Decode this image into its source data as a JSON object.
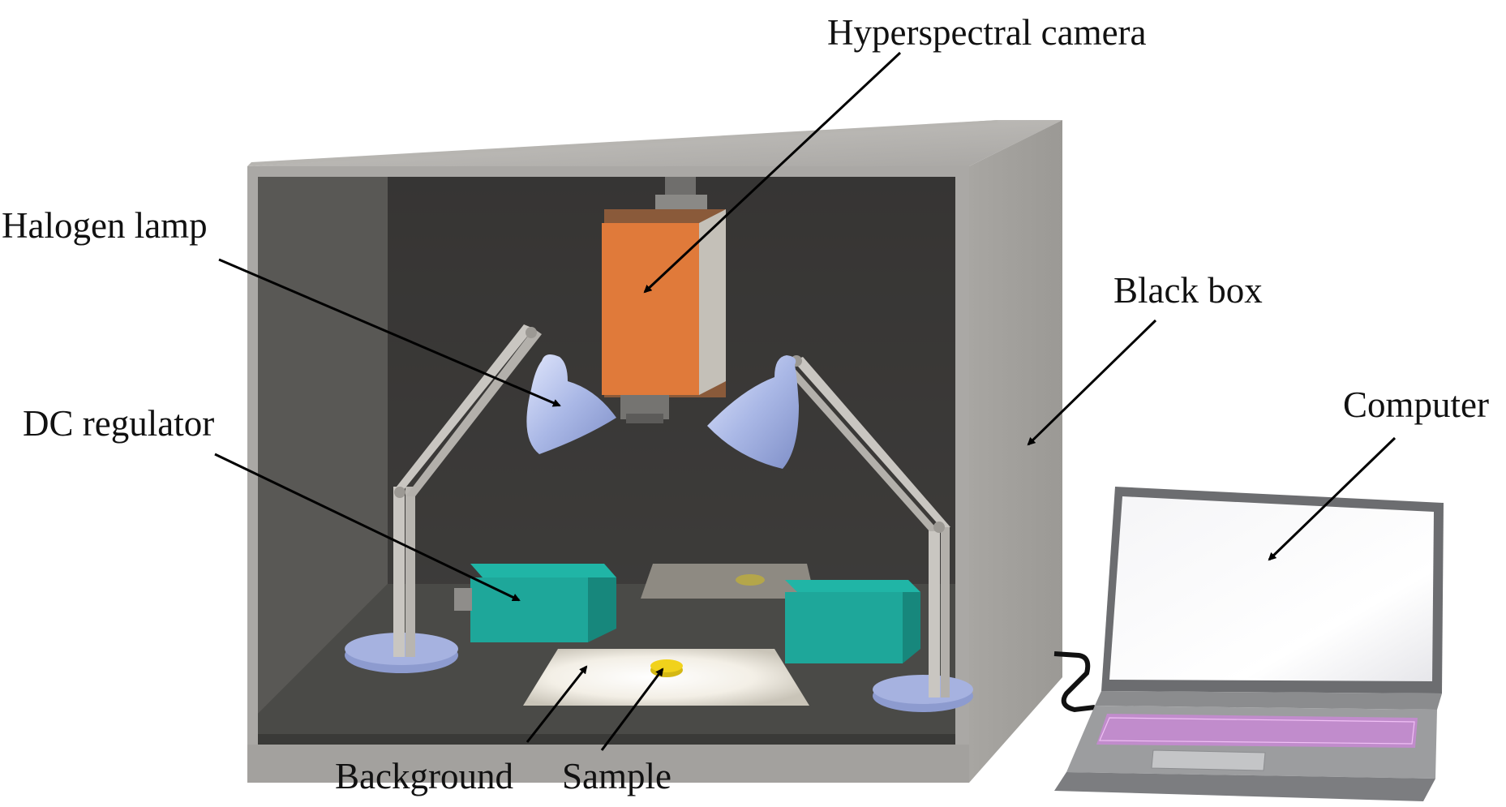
{
  "labels": {
    "hyperspectral_camera": "Hyperspectral camera",
    "halogen_lamp": "Halogen lamp",
    "black_box": "Black box",
    "computer": "Computer",
    "dc_regulator": "DC regulator",
    "background": "Background",
    "sample": "Sample"
  },
  "colors": {
    "box_frame": "#a9a7a4",
    "box_interior": "#3b3a38",
    "camera_body": "#e07a3a",
    "lamp_shade": "#aab8e6",
    "regulator": "#1ea79a",
    "sample": "#f1d21b",
    "laptop_keys": "#d27ad8"
  },
  "icons": {
    "camera": "hyperspectral-camera-icon",
    "lamps": "halogen-lamp-icon",
    "regulators": "dc-regulator-icon",
    "laptop": "laptop-icon"
  }
}
